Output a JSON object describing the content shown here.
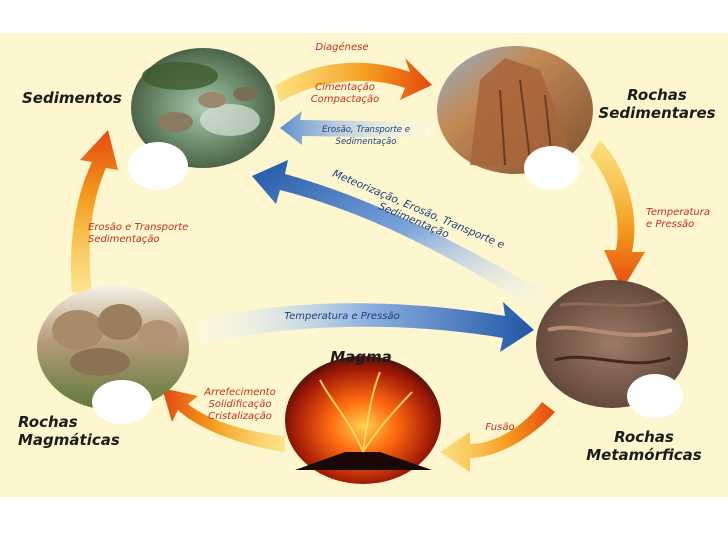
{
  "colors": {
    "panel_bg": "#fdf6cf",
    "arrow_orange": "#f07a16",
    "arrow_red": "#e23a10",
    "arrow_blue": "#2b5ea8",
    "label_red": "#c0331c",
    "label_dark": "#1c1c1c"
  },
  "nodes": {
    "sedimentos": "Sedimentos",
    "rochas_sedimentares": [
      "Rochas",
      "Sedimentares"
    ],
    "rochas_metamorficas": [
      "Rochas",
      "Metamórficas"
    ],
    "magma": "Magma",
    "rochas_magmaticas": [
      "Rochas",
      "Magmáticas"
    ]
  },
  "processes": {
    "diagenese": "Diagénese",
    "cimentacao": "Cimentação",
    "compactacao": "Compactação",
    "erosao_sed_return": "Erosão, Transporte e Sedimentação",
    "meteorizacao": "Meteorização, Erosão, Transporte e Sedimentação",
    "temp_pressao_right": [
      "Temperatura",
      "e Pressão"
    ],
    "temp_pressao_center": "Temperatura e Pressão",
    "erosao_transporte_left": [
      "Erosão e Transporte",
      "Sedimentação"
    ],
    "arrefecimento": [
      "Arrefecimento",
      "Solidificação",
      "Cristalização"
    ],
    "fusao": "Fusão"
  },
  "icons": {
    "sedimentos": "river-stones-photo-icon",
    "rochas_sedimentares": "cliff-photo-icon",
    "rochas_metamorficas": "rock-surface-photo-icon",
    "magma": "volcano-eruption-photo-icon",
    "rochas_magmaticas": "granite-boulders-photo-icon"
  }
}
